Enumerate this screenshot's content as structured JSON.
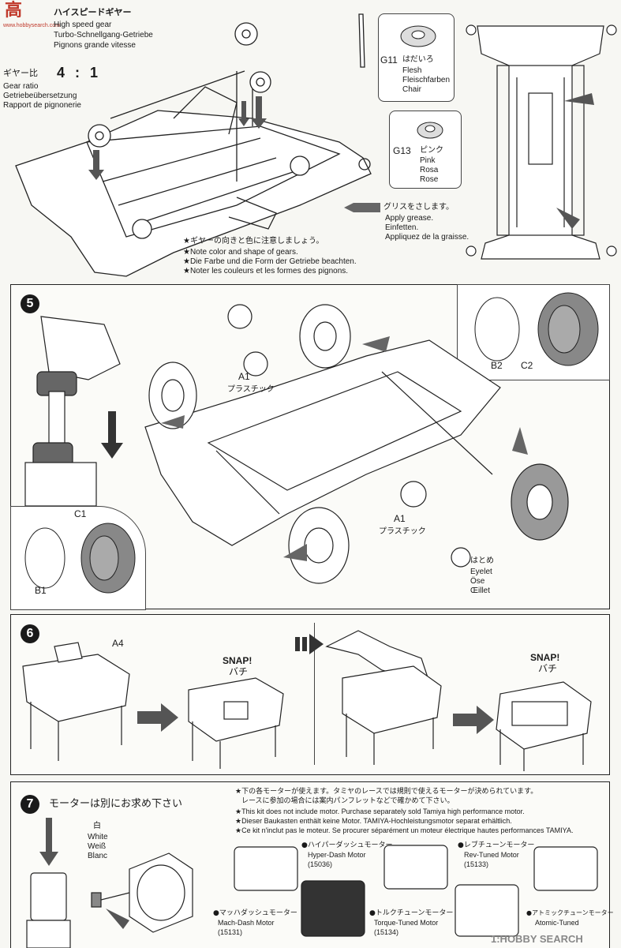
{
  "watermark": {
    "logo": "高",
    "site": "www.hobbysearch.com",
    "brand": "1:HOBBY SEARCH"
  },
  "gear_section": {
    "title_jp": "ハイスピードギヤー",
    "title_en": "High speed gear",
    "title_de": "Turbo-Schnellgang-Getriebe",
    "title_fr": "Pignons grande vitesse",
    "ratio_label_jp": "ギヤー比",
    "ratio_value": "4 : 1",
    "ratio_en": "Gear ratio",
    "ratio_de": "Getriebeübersetzung",
    "ratio_fr": "Rapport de pignonerie",
    "g11": {
      "code": "G11",
      "jp": "はだいろ",
      "en": "Flesh",
      "de": "Fleischfarben",
      "fr": "Chair"
    },
    "g13": {
      "code": "G13",
      "jp": "ピンク",
      "en": "Pink",
      "de": "Rosa",
      "fr": "Rose"
    },
    "grease_jp": "グリスをさします。",
    "grease_en": "Apply grease.",
    "grease_de": "Einfetten.",
    "grease_fr": "Appliquez de la graisse.",
    "note_jp": "★ギヤーの向きと色に注意しましょう。",
    "note_en": "★Note color and shape of gears.",
    "note_de": "★Die Farbe und die Form der Getriebe beachten.",
    "note_fr": "★Noter les couleurs et les formes des pignons."
  },
  "step5": {
    "number": "5",
    "b2": "B2",
    "c2": "C2",
    "a1_top": "A1",
    "plastic_top": "プラスチック",
    "a1_bottom": "A1",
    "plastic_bottom": "プラスチック",
    "eyelet_jp": "はとめ",
    "eyelet_en": "Eyelet",
    "eyelet_de": "Öse",
    "eyelet_fr": "Œillet",
    "c1": "C1",
    "b1": "B1"
  },
  "step6": {
    "number": "6",
    "a4": "A4",
    "snap1": "SNAP!",
    "snap1_jp": "バチ",
    "snap2": "SNAP!",
    "snap2_jp": "バチ"
  },
  "step7": {
    "number": "7",
    "title_jp": "モーターは別にお求め下さい",
    "notice_jp1": "★下の各モーターが使えます。タミヤのレースでは規則で使えるモーターが決められています。",
    "notice_jp2": "レースに参加の場合には案内パンフレットなどで確かめて下さい。",
    "notice_en": "★This kit does not include motor. Purchase separately sold Tamiya high performance motor.",
    "notice_de": "★Dieser Baukasten enthält keine Motor. TAMIYA-Hochleistungsmotor separat erhältlich.",
    "notice_fr": "★Ce kit n'inclut pas le moteur. Se procurer séparément un moteur électrique hautes performances TAMIYA.",
    "white_jp": "白",
    "white_en": "White",
    "white_de": "Weiß",
    "white_fr": "Blanc",
    "motors": [
      {
        "jp": "●ハイパーダッシュモーター",
        "en": "Hyper-Dash Motor",
        "code": "(15036)"
      },
      {
        "jp": "●レブチューンモーター",
        "en": "Rev-Tuned Motor",
        "code": "(15133)"
      },
      {
        "jp": "●マッハダッシュモーター",
        "en": "Mach-Dash Motor",
        "code": "(15131)"
      },
      {
        "jp": "●トルクチューンモーター",
        "en": "Torque-Tuned Motor",
        "code": "(15134)"
      },
      {
        "jp": "●アトミックチューンモーター",
        "en": "Atomic-Tuned",
        "code": ""
      }
    ]
  }
}
